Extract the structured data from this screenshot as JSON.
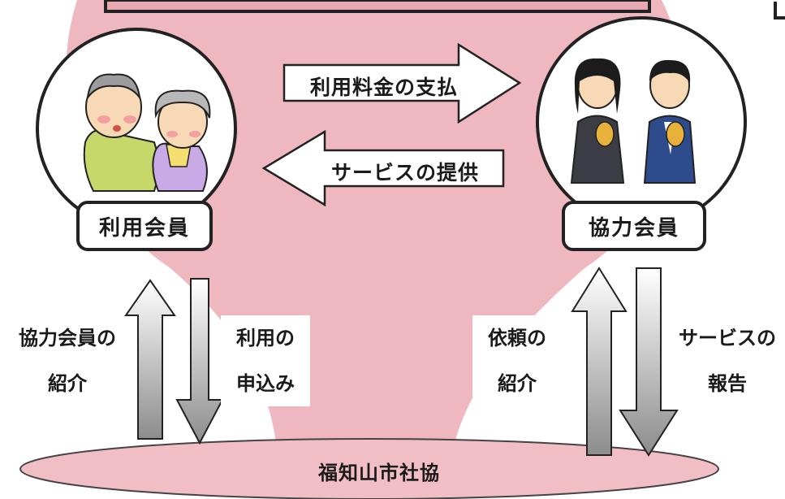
{
  "nodes": {
    "user_member": "利用会員",
    "cooperating_member": "協力会員",
    "council": "福知山市社協"
  },
  "arrows": {
    "payment": "利用料金の支払",
    "service_provision": "サービスの提供",
    "introduce_cooperator": [
      "協力会員の",
      "紹介"
    ],
    "apply_use": [
      "利用の",
      "申込み"
    ],
    "introduce_request": [
      "依頼の",
      "紹介"
    ],
    "service_report": [
      "サービスの",
      "報告"
    ]
  },
  "colors": {
    "pink_fill": "#efb7c0",
    "ellipse_fill": "#f2bec6",
    "outline": "#222222"
  }
}
